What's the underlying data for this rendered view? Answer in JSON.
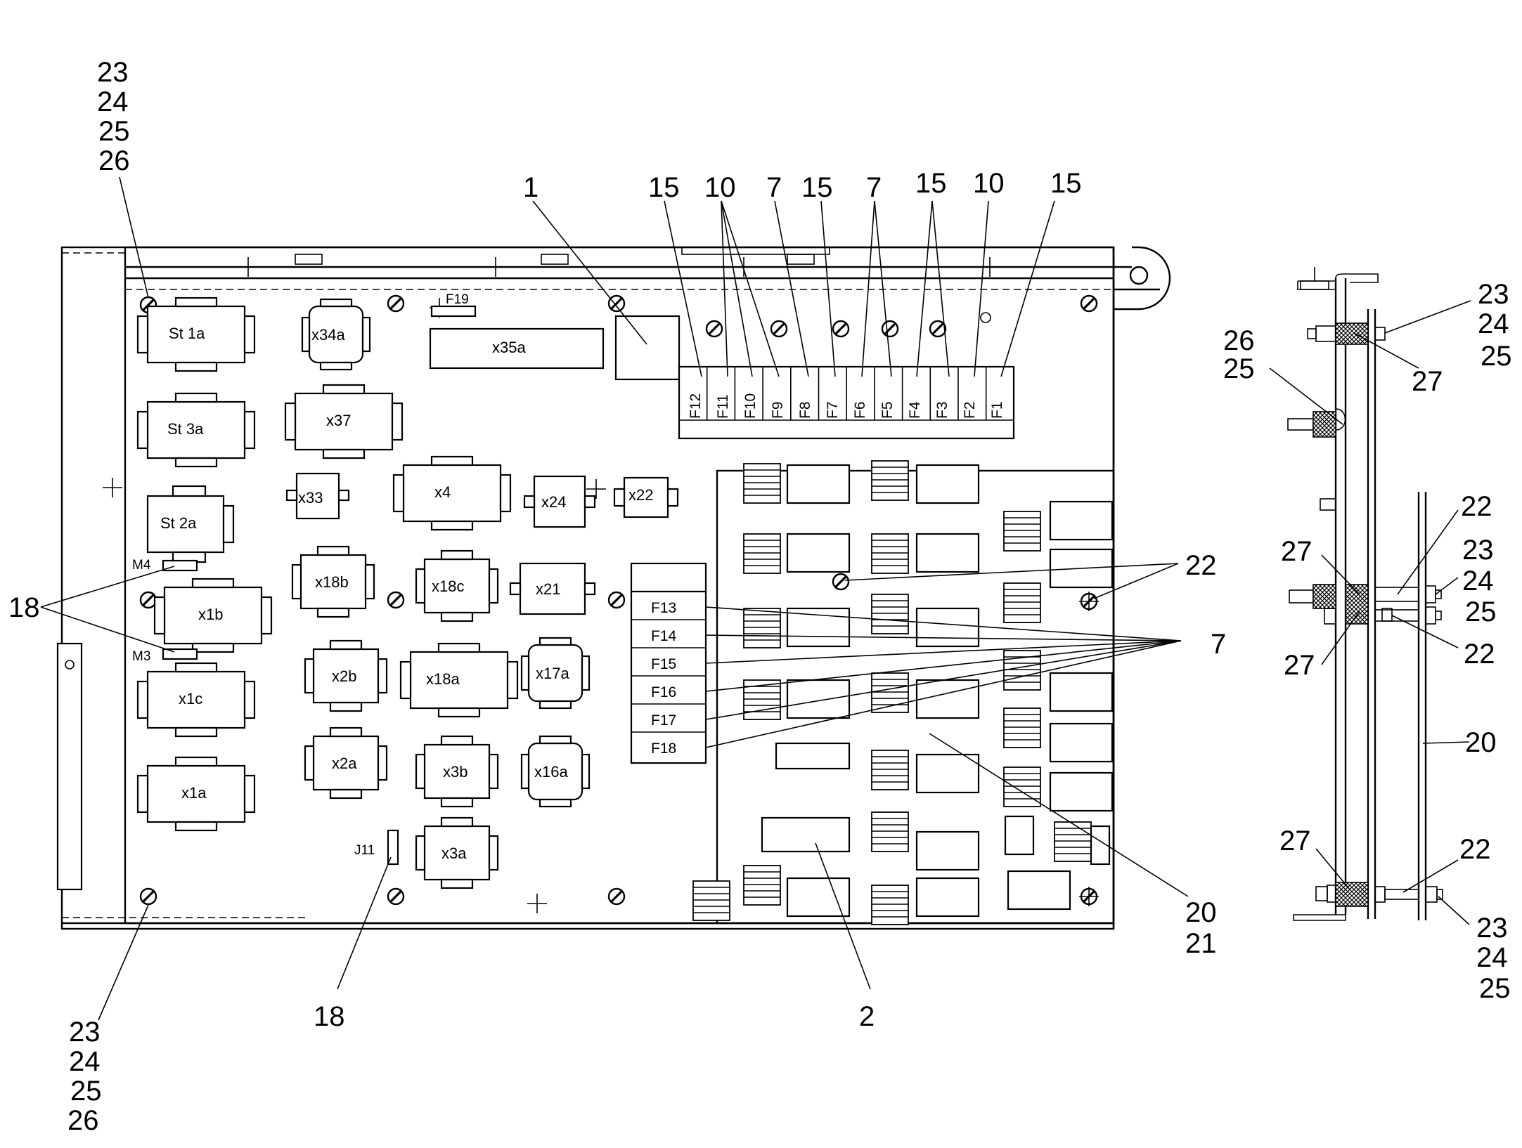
{
  "callouts": {
    "top_left_stack": [
      "23",
      "24",
      "25",
      "26"
    ],
    "bottom_left_stack": [
      "23",
      "24",
      "25",
      "26"
    ],
    "top_row": [
      "1",
      "15",
      "10",
      "7",
      "15",
      "7",
      "15",
      "10",
      "15"
    ],
    "left_18": "18",
    "bottom_18": "18",
    "bottom_2": "2",
    "right_22": "22",
    "right_7": "7",
    "right_20": "20",
    "right_21": "21"
  },
  "connectors": {
    "st1a": "St 1a",
    "st3a": "St 3a",
    "st2a": "St 2a",
    "x1b": "x1b",
    "x1c": "x1c",
    "x1a": "x1a",
    "x34a": "x34a",
    "x37": "x37",
    "x33": "x33",
    "x18b": "x18b",
    "x2b": "x2b",
    "x2a": "x2a",
    "x4": "x4",
    "x18c": "x18c",
    "x18a": "x18a",
    "x3b": "x3b",
    "x3a": "x3a",
    "x24": "x24",
    "x22": "x22",
    "x21": "x21",
    "x17a": "x17a",
    "x16a": "x16a",
    "x35a": "x35a"
  },
  "small_labels": {
    "f19": "F19",
    "m4": "M4",
    "m3": "M3",
    "j11": "J11"
  },
  "fuses_top": [
    "F12",
    "F11",
    "F10",
    "F9",
    "F8",
    "F7",
    "F6",
    "F5",
    "F4",
    "F3",
    "F2",
    "F1"
  ],
  "fuses_side": [
    "F13",
    "F14",
    "F15",
    "F16",
    "F17",
    "F18"
  ],
  "side_view": {
    "top_stack": [
      "23",
      "24",
      "25"
    ],
    "label_27_top": "27",
    "stack_26_25": [
      "26",
      "25"
    ],
    "label_22_a": "22",
    "label_27_mid": "27",
    "mid_stack": [
      "23",
      "24",
      "25"
    ],
    "label_27_mid2": "27",
    "label_22_b": "22",
    "label_20": "20",
    "label_27_bot": "27",
    "label_22_c": "22",
    "bottom_stack": [
      "23",
      "24",
      "25"
    ]
  }
}
